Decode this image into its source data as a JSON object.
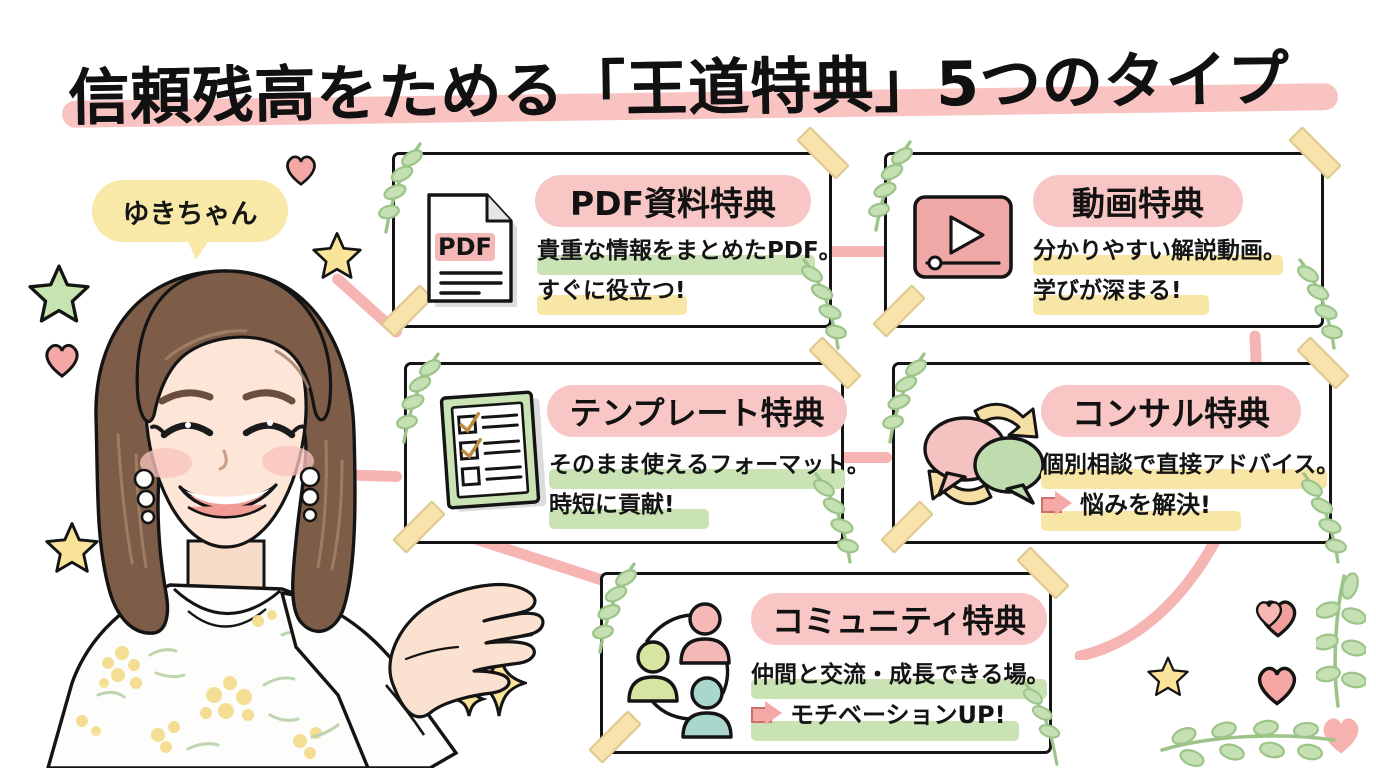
{
  "header": {
    "title": "信頼残高をためる「王道特典」5つのタイプ",
    "underline_color": "#f8c3c0"
  },
  "character": {
    "name_badge": "ゆきちゃん",
    "badge_color": "#f8e9a8",
    "hair_color": "#7b5c46",
    "skin_color": "#fbe2d3",
    "blouse_color": "#ffffff",
    "blouse_pattern": "mimosa-floral"
  },
  "palette": {
    "title_pink": "#f8c3c0",
    "chip_pink": "#f8c6c4",
    "highlight_green": "#c9e3b4",
    "highlight_yellow": "#f7e6a6",
    "tape_yellow": "#f7e3ab",
    "connector_pink": "#f6b4b2",
    "ink": "#141414",
    "leaf_green": "#b4d6a0"
  },
  "cards": [
    {
      "id": "pdf",
      "icon": "pdf-document-icon",
      "icon_label": "PDF",
      "title": "PDF資料特典",
      "lines": [
        {
          "text": "貴重な情報をまとめたPDF。",
          "highlight": "green",
          "arrow": false
        },
        {
          "text": "すぐに役立つ!",
          "highlight": "yellow",
          "arrow": false
        }
      ]
    },
    {
      "id": "video",
      "icon": "video-play-icon",
      "icon_label": "",
      "title": "動画特典",
      "lines": [
        {
          "text": "分かりやすい解説動画。",
          "highlight": "yellow",
          "arrow": false
        },
        {
          "text": "学びが深まる!",
          "highlight": "yellow",
          "arrow": false
        }
      ]
    },
    {
      "id": "template",
      "icon": "checklist-clipboard-icon",
      "icon_label": "",
      "title": "テンプレート特典",
      "lines": [
        {
          "text": "そのまま使えるフォーマット。",
          "highlight": "green",
          "arrow": false
        },
        {
          "text": "時短に貢献!",
          "highlight": "green",
          "arrow": false
        }
      ]
    },
    {
      "id": "consult",
      "icon": "speech-bubbles-cycle-icon",
      "icon_label": "",
      "title": "コンサル特典",
      "lines": [
        {
          "text": "個別相談で直接アドバイス。",
          "highlight": "yellow",
          "arrow": false
        },
        {
          "text": "悩みを解決!",
          "highlight": "yellow",
          "arrow": true
        }
      ]
    },
    {
      "id": "community",
      "icon": "people-circle-icon",
      "icon_label": "",
      "title": "コミュニティ特典",
      "lines": [
        {
          "text": "仲間と交流・成長できる場。",
          "highlight": "green",
          "arrow": false
        },
        {
          "text": "モチベーションUP!",
          "highlight": "green",
          "arrow": true
        }
      ]
    }
  ],
  "decor": {
    "stars": [
      "green-star",
      "yellow-star",
      "yellow-star",
      "yellow-star"
    ],
    "hearts": [
      "pink-heart",
      "pink-heart",
      "pink-heart",
      "pink-heart",
      "pink-heart"
    ],
    "sparkles": [
      "yellow-sparkle",
      "yellow-sparkle"
    ],
    "vines": [
      "leaf-vine",
      "leaf-vine",
      "leaf-vine"
    ]
  }
}
